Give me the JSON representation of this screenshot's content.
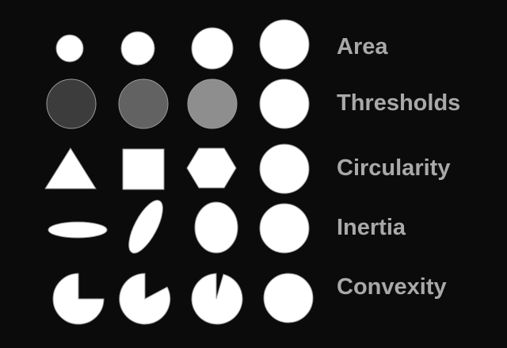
{
  "background_color": "#0b0b0b",
  "label_color": "#a9a9a9",
  "shape_stroke_color": "#9a9a9a",
  "rows": [
    {
      "label": "Area",
      "shapes": [
        {
          "name": "small-circle",
          "fill": "#ffffff"
        },
        {
          "name": "medium-circle",
          "fill": "#ffffff"
        },
        {
          "name": "large-circle",
          "fill": "#ffffff"
        },
        {
          "name": "largest-circle",
          "fill": "#ffffff"
        }
      ]
    },
    {
      "label": "Thresholds",
      "shapes": [
        {
          "name": "dark-gray-circle",
          "fill": "#3c3c3c"
        },
        {
          "name": "gray-circle",
          "fill": "#626262"
        },
        {
          "name": "light-gray-circle",
          "fill": "#8e8e8e"
        },
        {
          "name": "white-circle",
          "fill": "#ffffff"
        }
      ]
    },
    {
      "label": "Circularity",
      "shapes": [
        {
          "name": "triangle",
          "fill": "#ffffff"
        },
        {
          "name": "square",
          "fill": "#ffffff"
        },
        {
          "name": "hexagon",
          "fill": "#ffffff"
        },
        {
          "name": "circle",
          "fill": "#ffffff"
        }
      ]
    },
    {
      "label": "Inertia",
      "shapes": [
        {
          "name": "flat-ellipse",
          "fill": "#ffffff"
        },
        {
          "name": "tilted-ellipse",
          "fill": "#ffffff"
        },
        {
          "name": "near-circle-ellipse",
          "fill": "#ffffff"
        },
        {
          "name": "circle",
          "fill": "#ffffff"
        }
      ]
    },
    {
      "label": "Convexity",
      "shapes": [
        {
          "name": "quarter-cut-circle",
          "fill": "#ffffff"
        },
        {
          "name": "wedge-cut-circle",
          "fill": "#ffffff"
        },
        {
          "name": "slit-cut-circle",
          "fill": "#ffffff"
        },
        {
          "name": "circle",
          "fill": "#ffffff"
        }
      ]
    }
  ]
}
